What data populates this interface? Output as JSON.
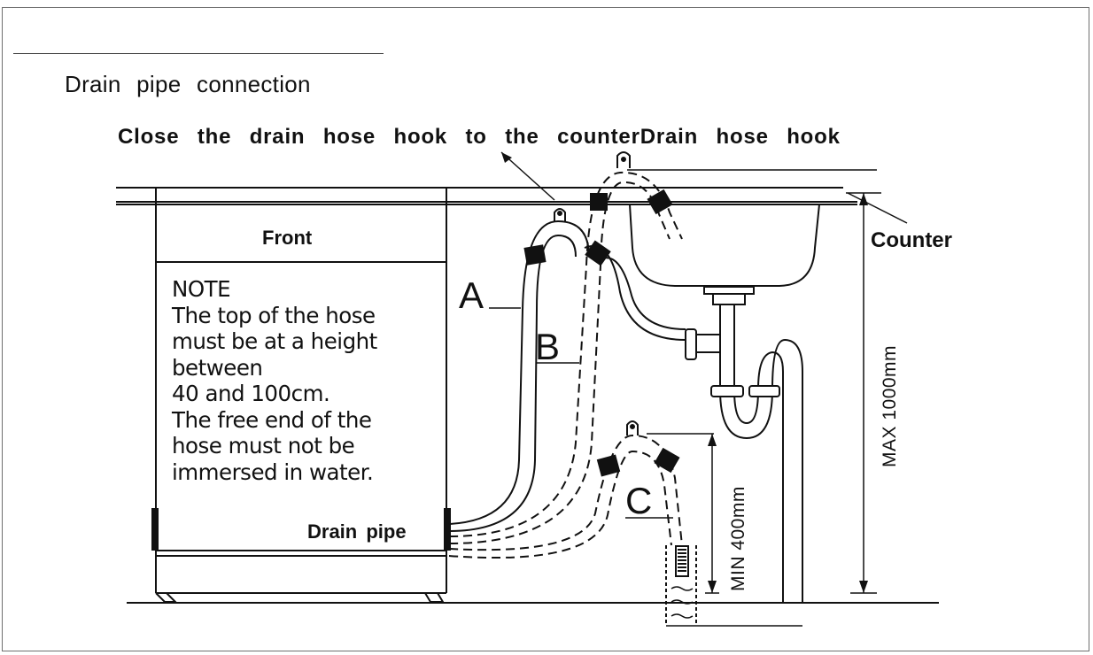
{
  "title": "Drain  pipe  connection",
  "labels": {
    "hook_instruction": "Close  the  drain  hose  hook  to  the  counter",
    "drain_hose_hook": "Drain  hose  hook",
    "counter": "Counter",
    "front": "Front",
    "drain_pipe": "Drain  pipe",
    "option_a": "A",
    "option_b": "B",
    "option_c": "C",
    "max_height": "MAX 1000mm",
    "min_height": "MIN 400mm"
  },
  "note": {
    "heading": "NOTE",
    "lines": [
      "The top of the hose",
      "must be at a height",
      "between",
      "40 and 100cm.",
      "The free end of the",
      "hose must not be",
      "immersed in water."
    ]
  }
}
